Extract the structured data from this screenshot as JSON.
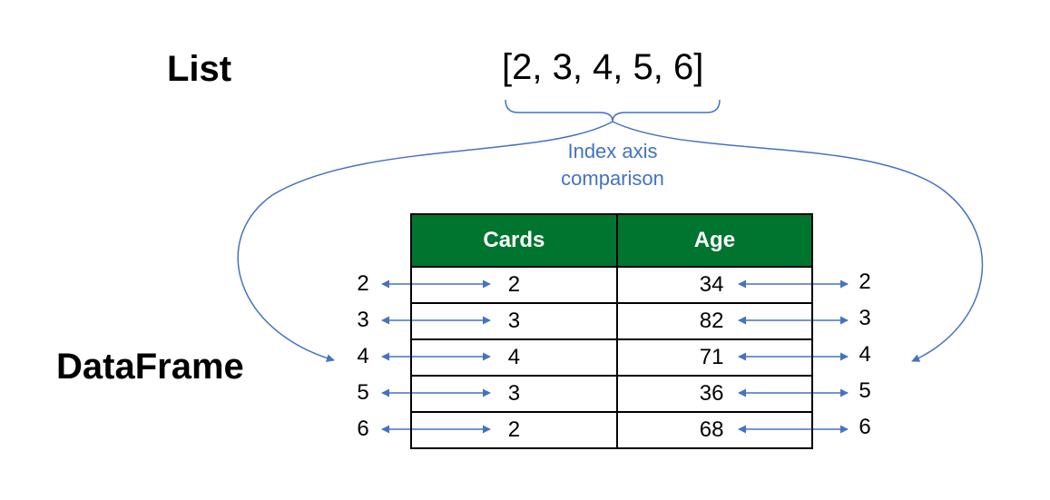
{
  "list_label": "List",
  "list_literal": "[2, 3, 4, 5, 6]",
  "index_caption_line1": "Index axis",
  "index_caption_line2": "comparison",
  "dataframe_label": "DataFrame",
  "table": {
    "header_bg": "#00752F",
    "columns": [
      "Cards",
      "Age"
    ],
    "rows": [
      [
        "2",
        "34"
      ],
      [
        "3",
        "82"
      ],
      [
        "4",
        "71"
      ],
      [
        "3",
        "36"
      ],
      [
        "2",
        "68"
      ]
    ]
  },
  "left_index": [
    "2",
    "3",
    "4",
    "5",
    "6"
  ],
  "right_index": [
    "2",
    "3",
    "4",
    "5",
    "6"
  ],
  "connector_color": "#4472C4"
}
